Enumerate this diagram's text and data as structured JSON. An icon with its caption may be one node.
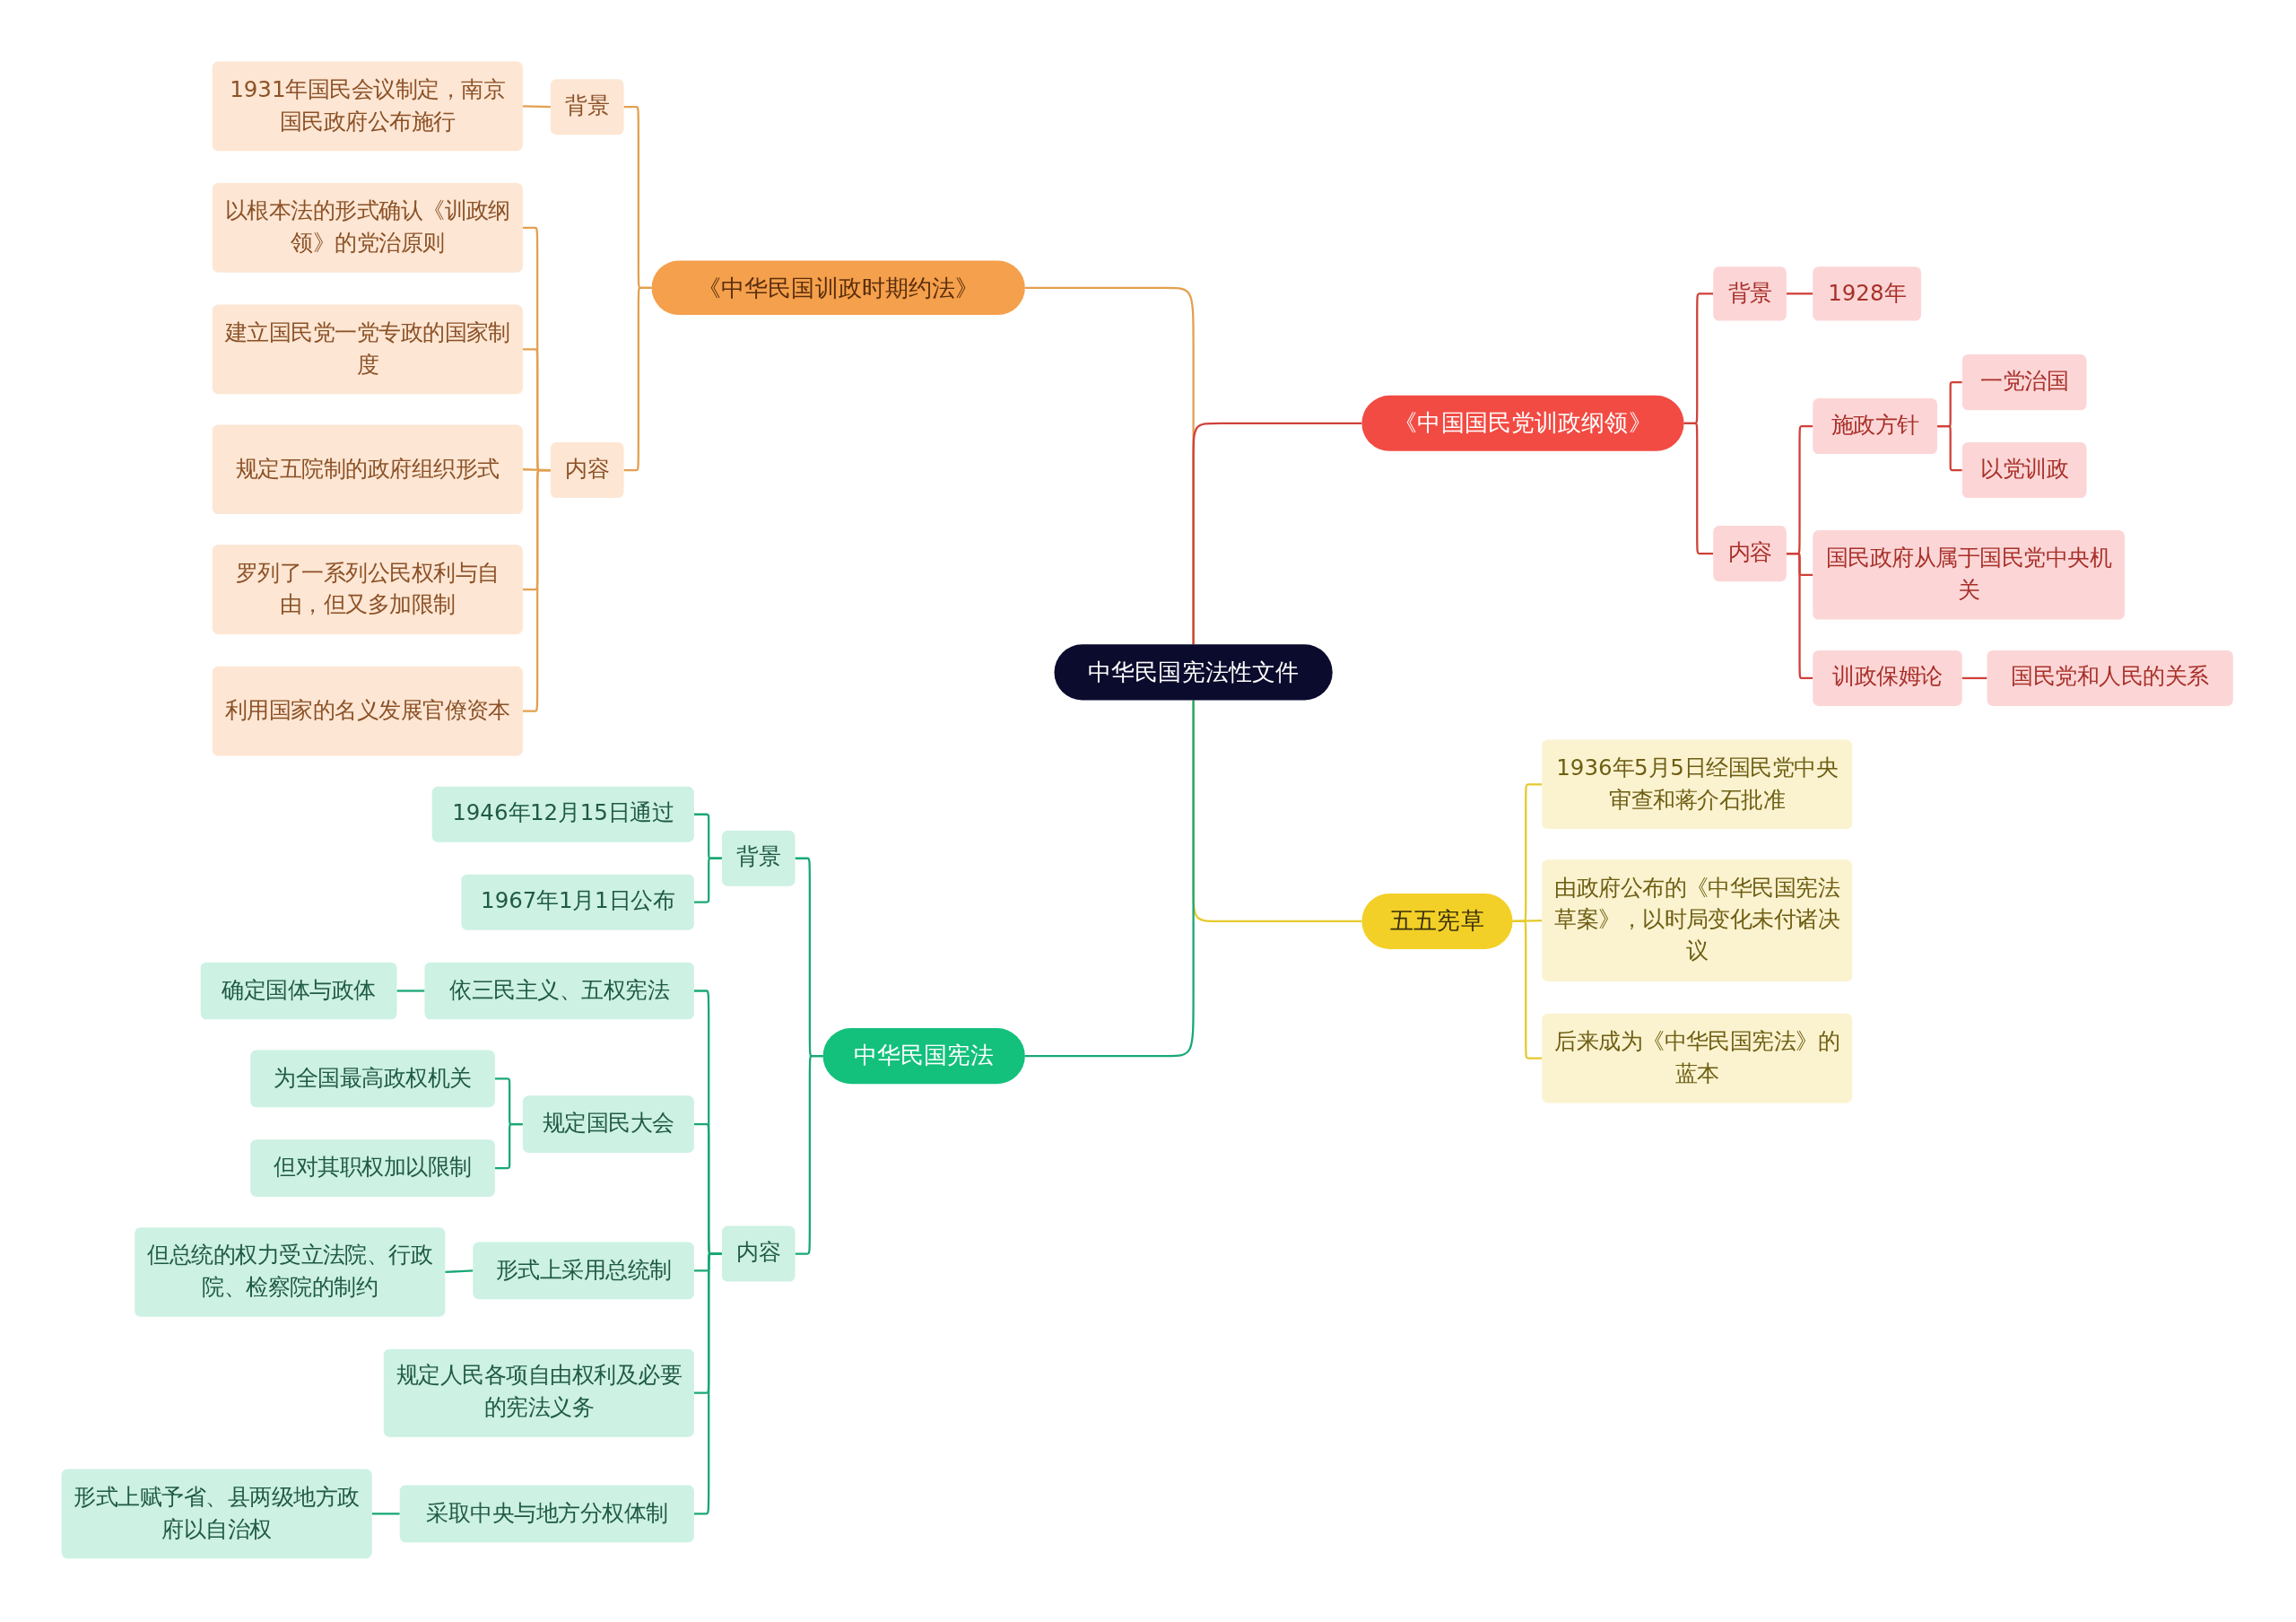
{
  "diagram": {
    "nodes": [
      {
        "text": [
          "中华民国宪法性文件"
        ]
      },
      {
        "text": [
          "《中华民国训政时期约法》"
        ]
      },
      {
        "text": [
          "背景"
        ]
      },
      {
        "text": [
          "1931年国民会议制定，南京国民政府公布施行"
        ]
      },
      {
        "text": [
          "内容"
        ]
      },
      {
        "text": [
          "以根本法的形式确认《训政纲领》的党治原则"
        ]
      },
      {
        "text": [
          "建立国民党一党专政的国家制度"
        ]
      },
      {
        "text": [
          "规定五院制的政府组织形式"
        ]
      },
      {
        "text": [
          "罗列了一系列公民权利与自由，但又多加限制"
        ]
      },
      {
        "text": [
          "利用国家的名义发展官僚资本"
        ]
      },
      {
        "text": [
          "《中国国民党训政纲领》"
        ]
      },
      {
        "text": [
          "背景"
        ]
      },
      {
        "text": [
          "1928年"
        ]
      },
      {
        "text": [
          "内容"
        ]
      },
      {
        "text": [
          "施政方针"
        ]
      },
      {
        "text": [
          "一党治国"
        ]
      },
      {
        "text": [
          "以党训政"
        ]
      },
      {
        "text": [
          "国民政府从属于国民党中央机关"
        ]
      },
      {
        "text": [
          "训政保姆论"
        ]
      },
      {
        "text": [
          "国民党和人民的关系"
        ]
      },
      {
        "text": [
          "五五宪草"
        ]
      },
      {
        "text": [
          "1936年5月5日经国民党中央审查和蒋介石批准"
        ]
      },
      {
        "text": [
          "由政府公布的《中华民国宪法草案》，以时局变化未付诸决议"
        ]
      },
      {
        "text": [
          "后来成为《中华民国宪法》的蓝本"
        ]
      },
      {
        "text": [
          "中华民国宪法"
        ]
      },
      {
        "text": [
          "背景"
        ]
      },
      {
        "text": [
          "1946年12月15日通过"
        ]
      },
      {
        "text": [
          "1967年1月1日公布"
        ]
      },
      {
        "text": [
          "内容"
        ]
      },
      {
        "text": [
          "依三民主义、五权宪法"
        ]
      },
      {
        "text": [
          "确定国体与政体"
        ]
      },
      {
        "text": [
          "规定国民大会"
        ]
      },
      {
        "text": [
          "为全国最高政权机关"
        ]
      },
      {
        "text": [
          "但对其职权加以限制"
        ]
      },
      {
        "text": [
          "形式上采用总统制"
        ]
      },
      {
        "text": [
          "但总统的权力受立法院、行政院、检察院的制约"
        ]
      },
      {
        "text": [
          "规定人民各项自由权利及必要的宪法义务"
        ]
      },
      {
        "text": [
          "采取中央与地方分权体制"
        ]
      },
      {
        "text": [
          "形式上赋予省、县两级地方政府以自治权"
        ]
      }
    ],
    "edges": [
      {
        "from": 0,
        "to": 1,
        "arrow": "none",
        "color": "#e3a04f"
      },
      {
        "from": 1,
        "to": 2,
        "arrow": "none",
        "color": "#e3a04f"
      },
      {
        "from": 2,
        "to": 3,
        "arrow": "none",
        "color": "#e3a04f"
      },
      {
        "from": 1,
        "to": 4,
        "arrow": "none",
        "color": "#e3a04f"
      },
      {
        "from": 4,
        "to": 5,
        "arrow": "none",
        "color": "#e3a04f"
      },
      {
        "from": 4,
        "to": 6,
        "arrow": "none",
        "color": "#e3a04f"
      },
      {
        "from": 4,
        "to": 7,
        "arrow": "none",
        "color": "#e3a04f"
      },
      {
        "from": 4,
        "to": 8,
        "arrow": "none",
        "color": "#e3a04f"
      },
      {
        "from": 4,
        "to": 9,
        "arrow": "none",
        "color": "#e3a04f"
      },
      {
        "from": 0,
        "to": 10,
        "arrow": "none",
        "color": "#cf4139"
      },
      {
        "from": 10,
        "to": 11,
        "arrow": "none",
        "color": "#cf4139"
      },
      {
        "from": 11,
        "to": 12,
        "arrow": "none",
        "color": "#cf4139"
      },
      {
        "from": 10,
        "to": 13,
        "arrow": "none",
        "color": "#cf4139"
      },
      {
        "from": 13,
        "to": 14,
        "arrow": "none",
        "color": "#cf4139"
      },
      {
        "from": 14,
        "to": 15,
        "arrow": "none",
        "color": "#cf4139"
      },
      {
        "from": 14,
        "to": 16,
        "arrow": "none",
        "color": "#cf4139"
      },
      {
        "from": 13,
        "to": 17,
        "arrow": "none",
        "color": "#cf4139"
      },
      {
        "from": 13,
        "to": 18,
        "arrow": "none",
        "color": "#cf4139"
      },
      {
        "from": 18,
        "to": 19,
        "arrow": "none",
        "color": "#cf4139"
      },
      {
        "from": 0,
        "to": 20,
        "arrow": "none",
        "color": "#e6c92c"
      },
      {
        "from": 20,
        "to": 21,
        "arrow": "none",
        "color": "#e6c92c"
      },
      {
        "from": 20,
        "to": 22,
        "arrow": "none",
        "color": "#e6c92c"
      },
      {
        "from": 20,
        "to": 23,
        "arrow": "none",
        "color": "#e6c92c"
      },
      {
        "from": 0,
        "to": 24,
        "arrow": "none",
        "color": "#18a874"
      },
      {
        "from": 24,
        "to": 25,
        "arrow": "none",
        "color": "#18a874"
      },
      {
        "from": 25,
        "to": 26,
        "arrow": "none",
        "color": "#18a874"
      },
      {
        "from": 25,
        "to": 27,
        "arrow": "none",
        "color": "#18a874"
      },
      {
        "from": 24,
        "to": 28,
        "arrow": "none",
        "color": "#18a874"
      },
      {
        "from": 28,
        "to": 29,
        "arrow": "none",
        "color": "#18a874"
      },
      {
        "from": 29,
        "to": 30,
        "arrow": "none",
        "color": "#18a874"
      },
      {
        "from": 28,
        "to": 31,
        "arrow": "none",
        "color": "#18a874"
      },
      {
        "from": 31,
        "to": 32,
        "arrow": "none",
        "color": "#18a874"
      },
      {
        "from": 31,
        "to": 33,
        "arrow": "none",
        "color": "#18a874"
      },
      {
        "from": 28,
        "to": 34,
        "arrow": "none",
        "color": "#18a874"
      },
      {
        "from": 34,
        "to": 35,
        "arrow": "none",
        "color": "#18a874"
      },
      {
        "from": 28,
        "to": 36,
        "arrow": "none",
        "color": "#18a874"
      },
      {
        "from": 28,
        "to": 37,
        "arrow": "none",
        "color": "#18a874"
      },
      {
        "from": 37,
        "to": 38,
        "arrow": "none",
        "color": "#18a874"
      }
    ]
  }
}
